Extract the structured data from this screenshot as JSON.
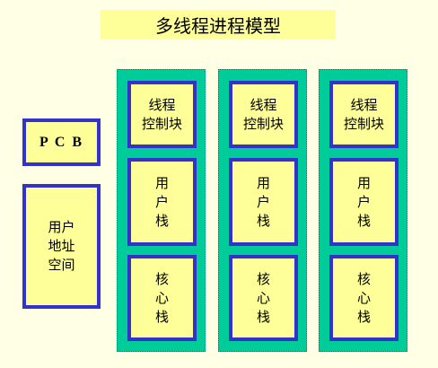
{
  "title": "多线程进程模型",
  "pcb": "P C B",
  "address_space": "用户\n地址\n空间",
  "threads": [
    {
      "tcb": "线程\n控制块",
      "user_stack": "用\n户\n栈",
      "kernel_stack": "核\n心\n栈"
    },
    {
      "tcb": "线程\n控制块",
      "user_stack": "用\n户\n栈",
      "kernel_stack": "核\n心\n栈"
    },
    {
      "tcb": "线程\n控制块",
      "user_stack": "用\n户\n栈",
      "kernel_stack": "核\n心\n栈"
    }
  ],
  "colors": {
    "background": "#ffffe6",
    "box_fill": "#ffff99",
    "box_border": "#3333cc",
    "thread_column": "#00cc99"
  }
}
